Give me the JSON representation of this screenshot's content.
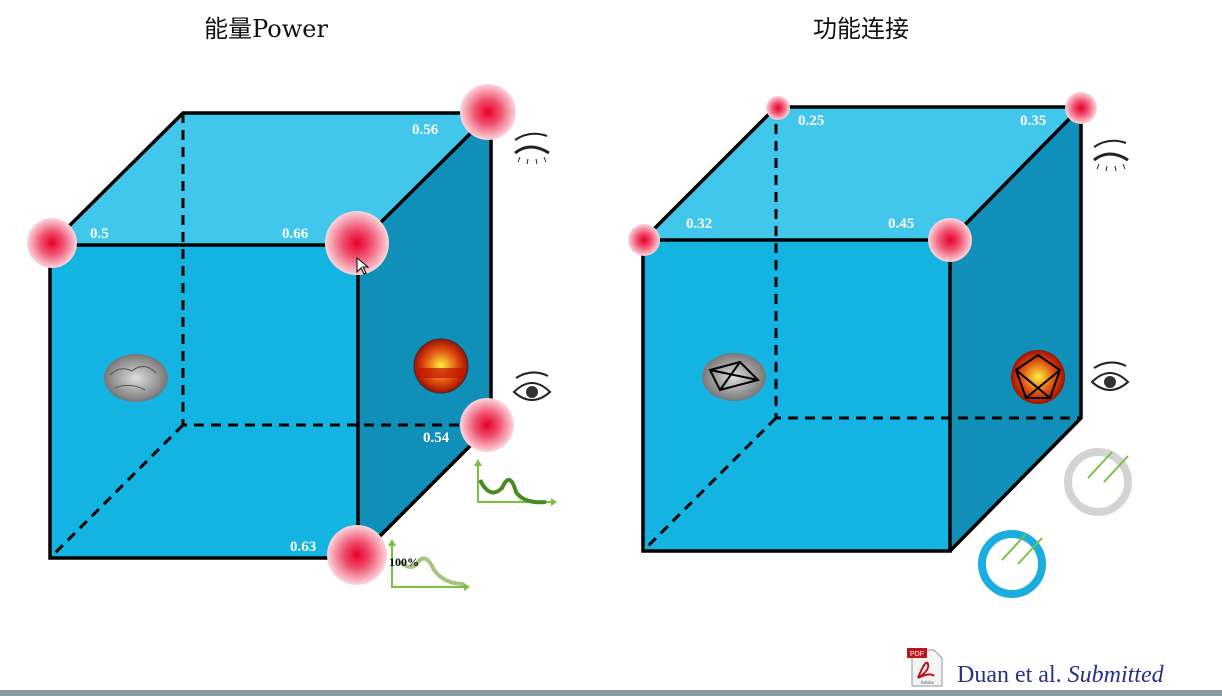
{
  "left_panel": {
    "title": "能量Power",
    "values": [
      "0.5",
      "0.66",
      "0.56",
      "0.54",
      "0.63"
    ],
    "curve_label": "100%"
  },
  "right_panel": {
    "title": "功能连接",
    "values": [
      "0.32",
      "0.45",
      "0.25",
      "0.35"
    ]
  },
  "citation": {
    "authors": "Duan et al.",
    "status": "Submitted",
    "pdf_badge": "PDF",
    "pdf_sub": "Adobe"
  },
  "colors": {
    "front": "#14b4e2",
    "top": "#41c6ec",
    "side": "#1090b8",
    "blob": "#e8002a",
    "citation": "#2a2f8a"
  }
}
